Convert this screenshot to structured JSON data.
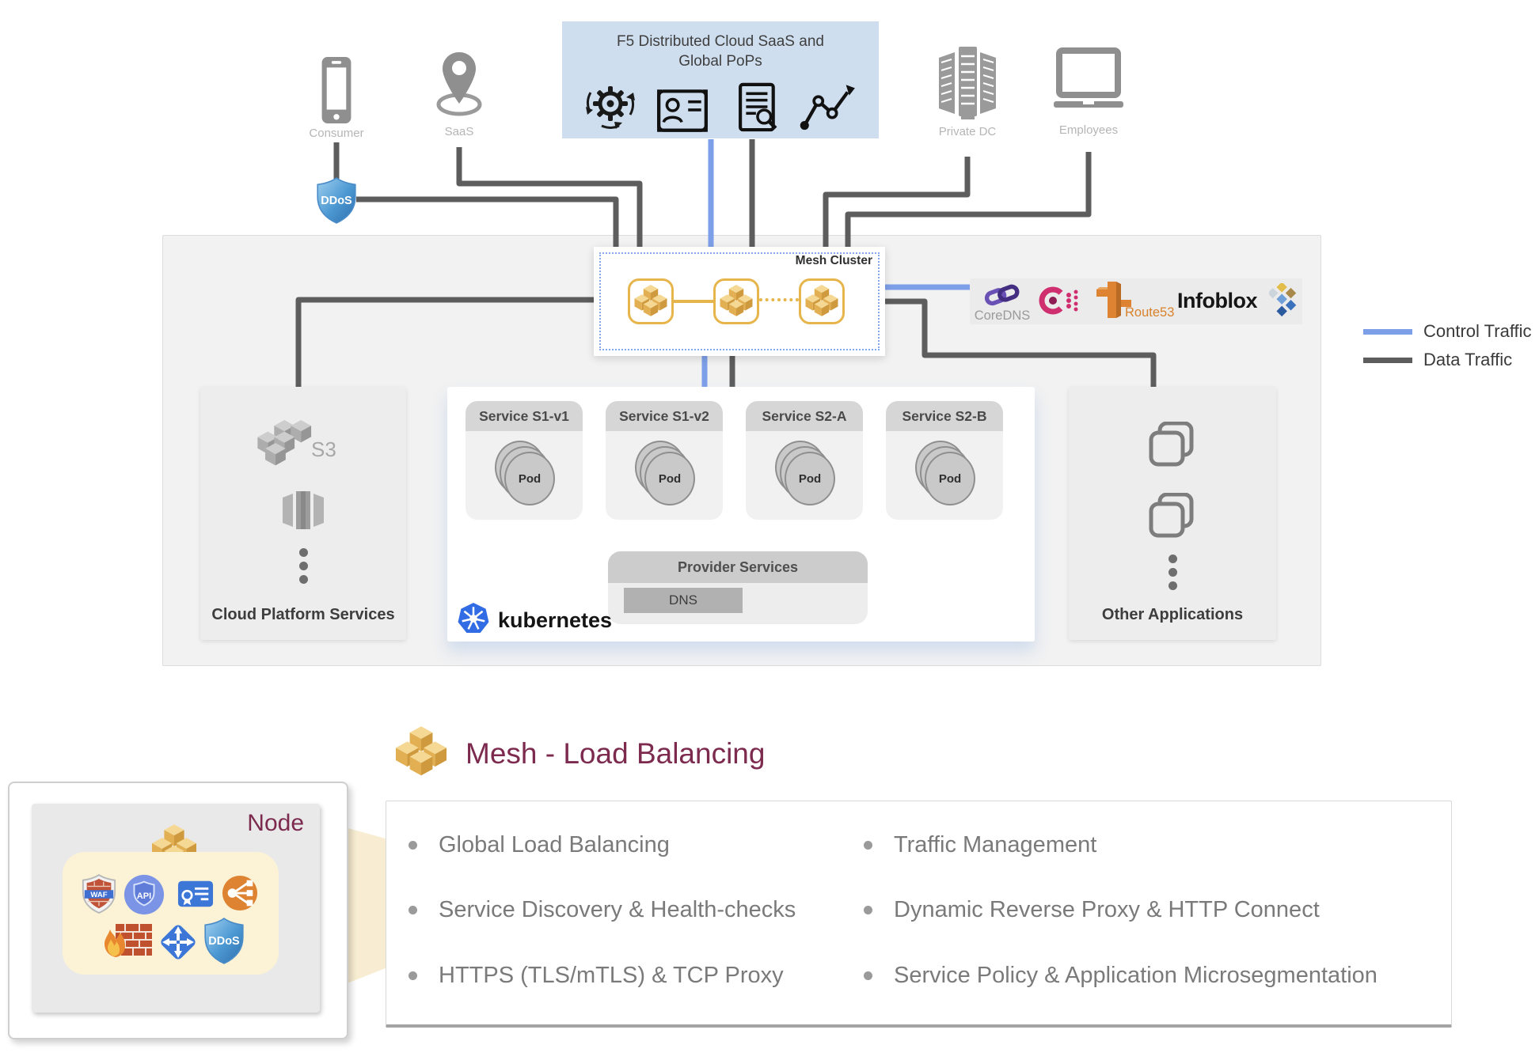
{
  "colors": {
    "control_traffic": "#7d9fe8",
    "data_traffic": "#5d5d5d",
    "accent_maroon": "#7c2a4e",
    "mesh_gold": "#e6b54b",
    "kubernetes_blue": "#326ce5",
    "f5_panel_blue": "#cfdeee"
  },
  "endpoints": {
    "consumer": "Consumer",
    "saas": "SaaS",
    "private_dc": "Private DC",
    "employees": "Employees"
  },
  "f5": {
    "title_line1": "F5 Distributed Cloud SaaS and",
    "title_line2": "Global PoPs",
    "icons": [
      "sync-gear-icon",
      "identity-card-icon",
      "audit-log-icon",
      "analytics-graph-icon"
    ]
  },
  "ddos_label": "DDoS",
  "mesh_cluster": {
    "label": "Mesh Cluster"
  },
  "dns_providers": {
    "coredns": "CoreDNS",
    "route53": "Route53",
    "infoblox": "Infoblox",
    "icons": [
      "coredns-icon",
      "consul-icon",
      "route53-icon",
      "infoblox-icon"
    ]
  },
  "legend": {
    "control": "Control Traffic",
    "data": "Data Traffic"
  },
  "cloud_platform": {
    "s3": "S3",
    "label": "Cloud Platform Services"
  },
  "k8s": {
    "brand": "kubernetes",
    "services": [
      {
        "name": "Service S1-v1",
        "pod": "Pod"
      },
      {
        "name": "Service S1-v2",
        "pod": "Pod"
      },
      {
        "name": "Service S2-A",
        "pod": "Pod"
      },
      {
        "name": "Service S2-B",
        "pod": "Pod"
      }
    ],
    "provider": {
      "title": "Provider Services",
      "dns": "DNS"
    }
  },
  "other_apps": {
    "label": "Other Applications"
  },
  "section": {
    "title": "Mesh - Load Balancing",
    "features_left": [
      "Global Load Balancing",
      "Service Discovery & Health-checks",
      "HTTPS (TLS/mTLS) & TCP Proxy"
    ],
    "features_right": [
      "Traffic Management",
      "Dynamic Reverse Proxy & HTTP Connect",
      "Service Policy & Application Microsegmentation"
    ]
  },
  "node": {
    "label": "Node",
    "waf": "WAF",
    "api": "API",
    "ddos": "DDoS"
  }
}
